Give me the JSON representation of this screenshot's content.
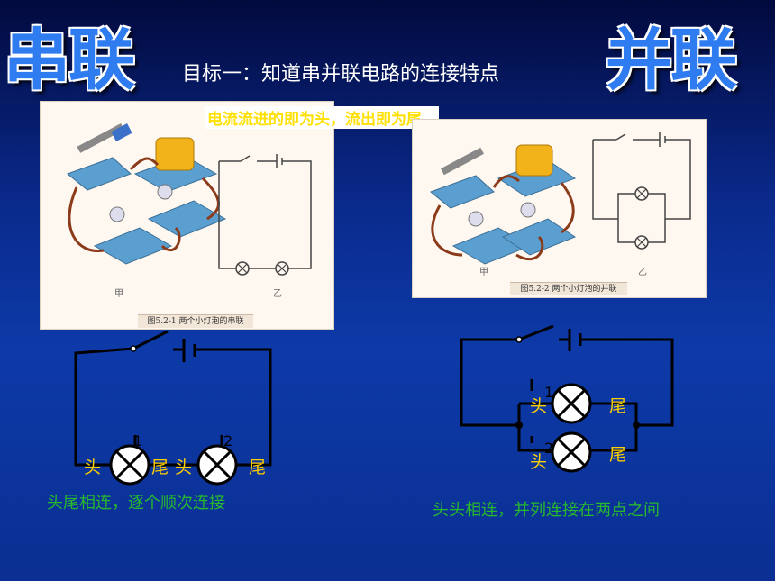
{
  "header": {
    "left_title": "串联",
    "right_title": "并联",
    "goal": "目标一：知道串并联电路的连接特点",
    "note": "电流流进的即为头，流出即为尾。"
  },
  "series_figure": {
    "label_jia": "甲",
    "label_yi": "乙",
    "caption": "图5.2-1 两个小灯泡的串联"
  },
  "parallel_figure": {
    "label_jia": "甲",
    "label_yi": "乙",
    "caption": "图5.2-2 两个小灯泡的并联"
  },
  "series_circuit": {
    "lamp1_head": "头",
    "lamp1_tail": "尾",
    "lamp2_head": "头",
    "lamp2_tail": "尾",
    "lamp1_num": "1",
    "lamp2_num": "2",
    "description": "头尾相连，逐个顺次连接"
  },
  "parallel_circuit": {
    "lamp1_head": "头",
    "lamp1_tail": "尾",
    "lamp2_head": "头",
    "lamp2_tail": "尾",
    "lamp1_num": "1",
    "lamp2_num": "2",
    "description": "头头相连，并列连接在两点之间"
  },
  "colors": {
    "title_blue": "#2f7cf0",
    "label_yellow": "#ffd000",
    "desc_green": "#27b82e"
  }
}
